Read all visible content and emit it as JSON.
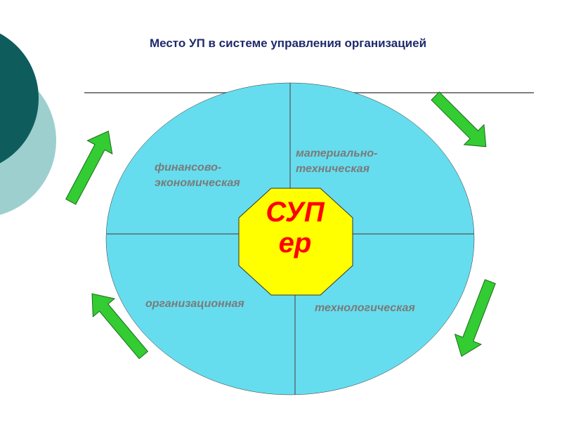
{
  "title": "Место УП в системе управления организацией",
  "sectors": {
    "top_left": "финансово-\nэкономическая",
    "top_right": "материально-\nтехническая",
    "bottom_left": "организационная",
    "bottom_right": "технологическая"
  },
  "center": {
    "line1": "СУП",
    "line2": "ер"
  },
  "colors": {
    "ellipse_fill": "#66ddee",
    "octagon_fill": "#ffff00",
    "center_text": "#ff0000",
    "arrow_fill": "#33cc33",
    "decor_dark": "#0f5c5c",
    "decor_light": "#9dcfcf",
    "title": "#1f2a6b",
    "label": "#7a7a7a"
  }
}
